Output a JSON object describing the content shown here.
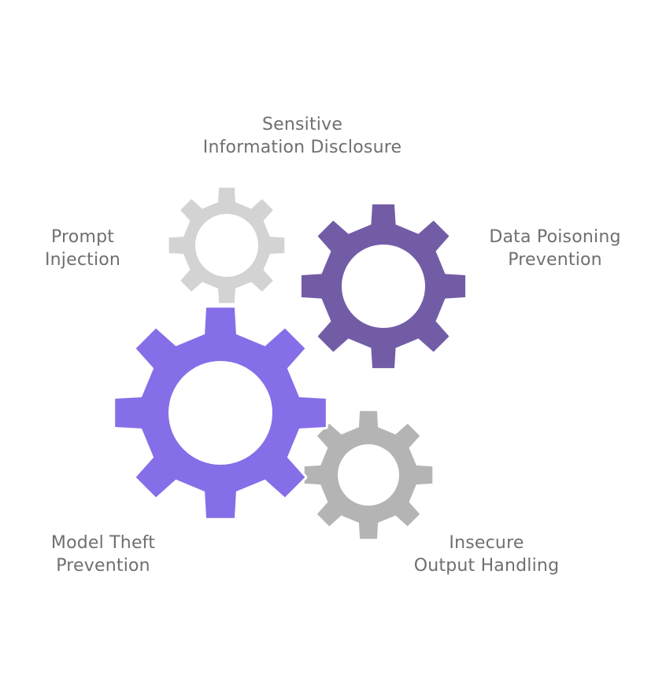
{
  "colors": {
    "gear_light_gray": "#d3d3d3",
    "gear_dark_violet": "#735ca6",
    "gear_violet": "#866ee8",
    "gear_mid_gray": "#b4b4b4",
    "label_text": "#6f6f6f"
  },
  "gears": [
    {
      "id": "sensitive-information-disclosure",
      "color": "#d3d3d3"
    },
    {
      "id": "data-poisoning-prevention",
      "color": "#735ca6"
    },
    {
      "id": "insecure-output-handling",
      "color": "#b4b4b4"
    },
    {
      "id": "model-theft-prevention",
      "color": "#866ee8"
    }
  ],
  "labels": {
    "sensitive": {
      "line1": "Sensitive",
      "line2": "Information Disclosure"
    },
    "prompt": {
      "line1": "Prompt",
      "line2": "Injection"
    },
    "data": {
      "line1": "Data Poisoning",
      "line2": "Prevention"
    },
    "model": {
      "line1": "Model Theft",
      "line2": "Prevention"
    },
    "insecure": {
      "line1": "Insecure",
      "line2": "Output Handling"
    }
  }
}
